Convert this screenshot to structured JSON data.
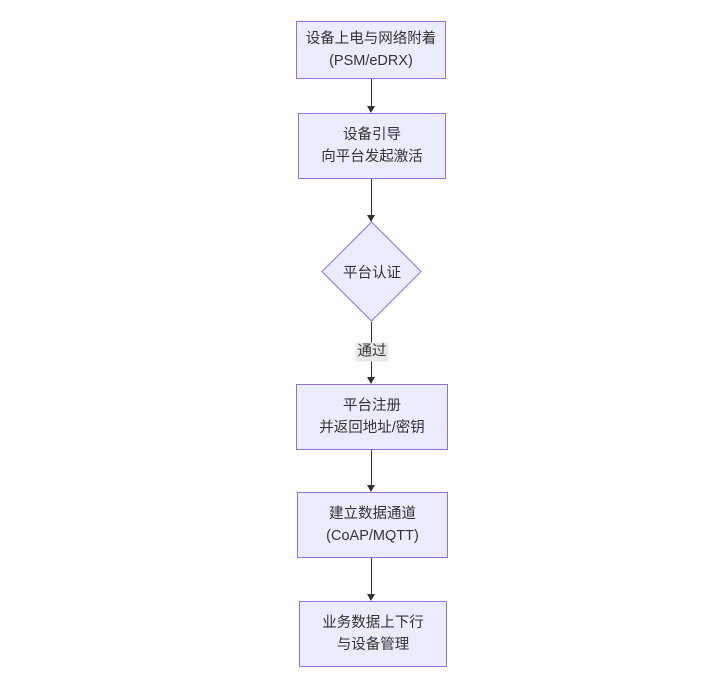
{
  "flowchart": {
    "title_hint": "NB-IoT device onboarding flow",
    "nodes": {
      "power": {
        "line1": "设备上电与网络附着",
        "line2": "(PSM/eDRX)"
      },
      "bootstrap": {
        "line1": "设备引导",
        "line2": "向平台发起激活"
      },
      "auth": {
        "label": "平台认证"
      },
      "register": {
        "line1": "平台注册",
        "line2": "并返回地址/密钥"
      },
      "channel": {
        "line1": "建立数据通道",
        "line2": "(CoAP/MQTT)"
      },
      "business": {
        "line1": "业务数据上下行",
        "line2": "与设备管理"
      }
    },
    "edges": {
      "pass_label": "通过"
    },
    "colors": {
      "node_fill": "#ECECFF",
      "node_border": "#9370DB",
      "arrow": "#333333",
      "text": "#333333",
      "edge_label_bg": "#e8e8e8",
      "background": "#ffffff"
    }
  }
}
